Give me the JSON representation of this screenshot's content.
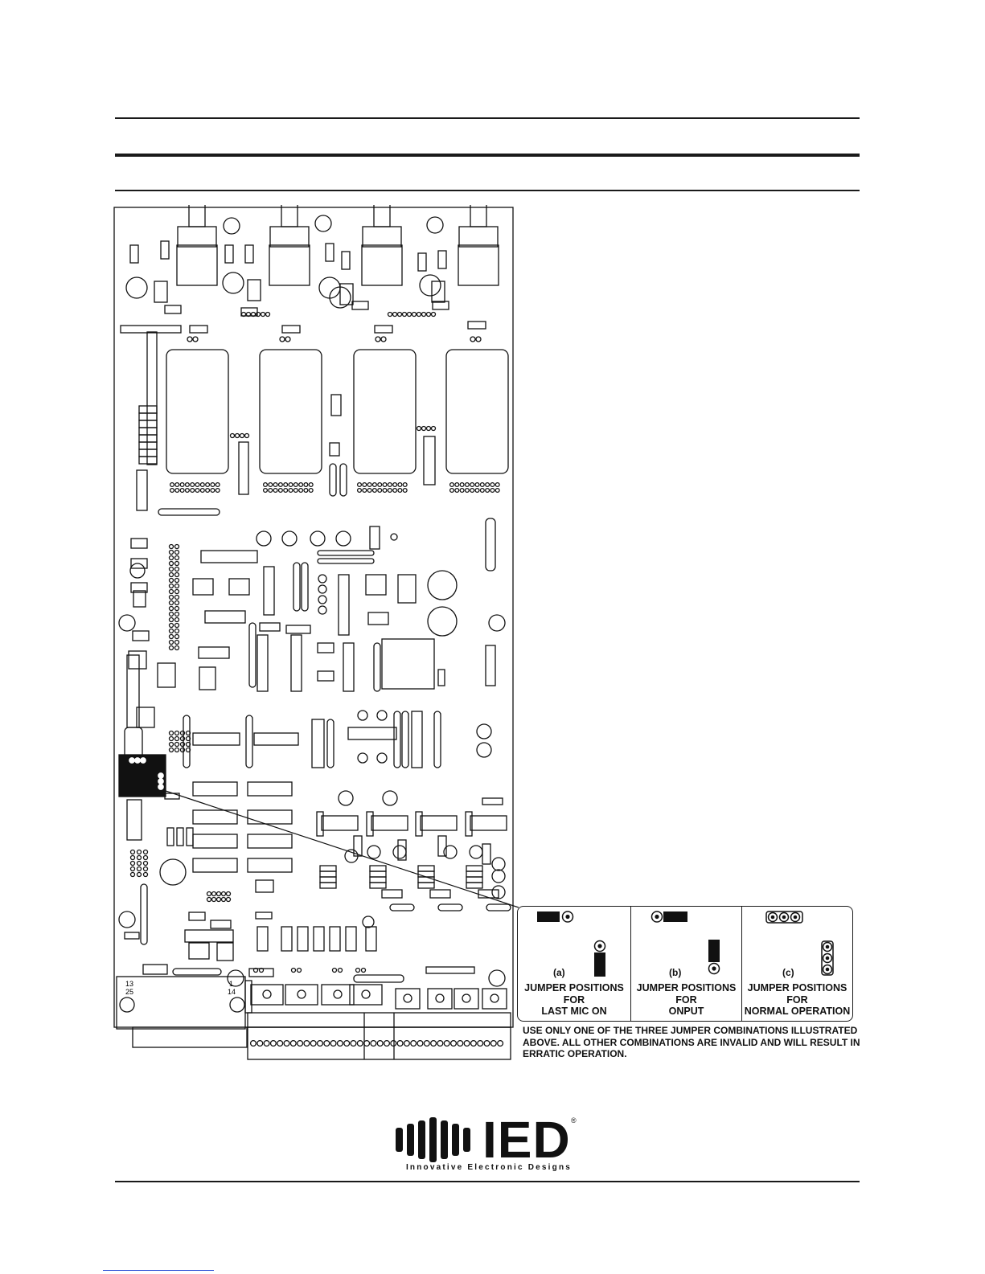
{
  "board": {
    "connector_pin_labels": [
      "13",
      "25",
      "1",
      "14"
    ]
  },
  "jumpers": [
    {
      "letter": "(a)",
      "caption_lines": [
        "JUMPER POSITIONS",
        "FOR",
        "LAST MIC ON"
      ]
    },
    {
      "letter": "(b)",
      "caption_lines": [
        "JUMPER POSITIONS",
        "FOR",
        "ONPUT"
      ]
    },
    {
      "letter": "(c)",
      "caption_lines": [
        "JUMPER POSITIONS",
        "FOR",
        "NORMAL OPERATION"
      ]
    }
  ],
  "note": {
    "lines": [
      "USE ONLY ONE OF THE THREE JUMPER COMBINATIONS ILLUSTRATED",
      "ABOVE. ALL OTHER COMBINATIONS ARE INVALID AND WILL RESULT IN",
      "ERRATIC OPERATION."
    ]
  },
  "logo": {
    "wordmark": "IED",
    "tagline": "Innovative Electronic Designs",
    "registered": "®"
  }
}
